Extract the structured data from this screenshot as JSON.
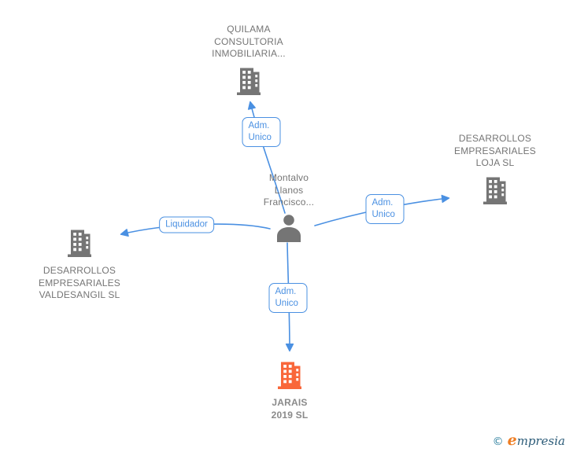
{
  "diagram": {
    "nodes": [
      {
        "id": "quilama",
        "type": "company",
        "label": "QUILAMA CONSULTORIA INMOBILIARIA..."
      },
      {
        "id": "loja",
        "type": "company",
        "label": "DESARROLLOS EMPRESARIALES LOJA SL"
      },
      {
        "id": "valdesangil",
        "type": "company",
        "label": "DESARROLLOS EMPRESARIALES VALDESANGIL SL"
      },
      {
        "id": "person",
        "type": "person",
        "label": "Montalvo Llanos Francisco..."
      },
      {
        "id": "jarais",
        "type": "company",
        "label": "JARAIS 2019 SL"
      }
    ],
    "edges": [
      {
        "from": "person",
        "to": "quilama",
        "label": "Adm. Unico"
      },
      {
        "from": "person",
        "to": "loja",
        "label": "Adm. Unico"
      },
      {
        "from": "person",
        "to": "valdesangil",
        "label": "Liquidador"
      },
      {
        "from": "person",
        "to": "jarais",
        "label": "Adm. Unico"
      }
    ],
    "colors": {
      "edge": "#4a90e2",
      "edge_label_text": "#4a90e2",
      "node_text": "#757575",
      "company_icon": "#757575",
      "highlight_icon": "#f9673a"
    }
  },
  "footer": {
    "copyright": "©",
    "brand_initial": "e",
    "brand_rest": "mpresia"
  }
}
